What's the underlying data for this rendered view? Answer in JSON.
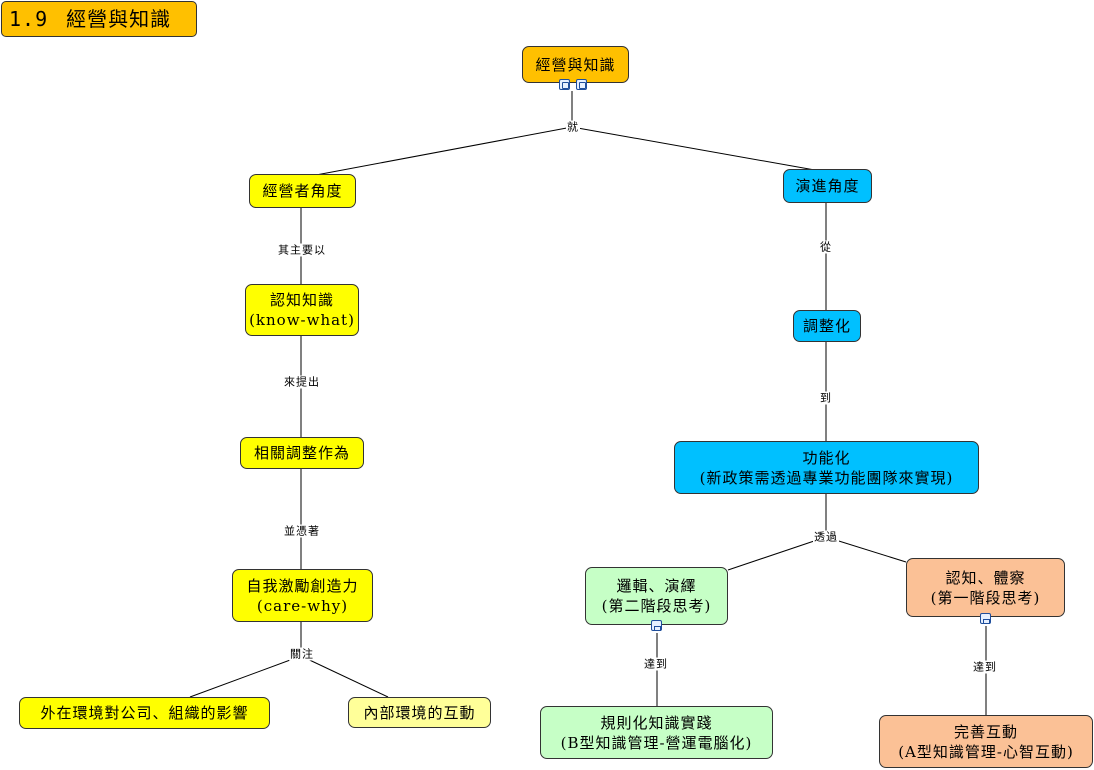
{
  "title": {
    "number": "1.9",
    "text": "經營與知識"
  },
  "nodes": {
    "root": "經營與知識",
    "manager": "經營者角度",
    "evolution": "演進角度",
    "cognitive_1": "認知知識",
    "cognitive_2": "(know-what)",
    "adjust_action": "相關調整作為",
    "motivation_1": "自我激勵創造力",
    "motivation_2": "(care-why)",
    "external": "外在環境對公司、組織的影響",
    "internal": "內部環境的互動",
    "adjustment": "調整化",
    "functional_1": "功能化",
    "functional_2": "(新政策需透過專業功能團隊來實現)",
    "logic_1": "邏輯、演繹",
    "logic_2": "(第二階段思考)",
    "insight_1": "認知、體察",
    "insight_2": "(第一階段思考)",
    "practice_1": "規則化知識實踐",
    "practice_2": "(B型知識管理-營運電腦化)",
    "interact_1": "完善互動",
    "interact_2": "(A型知識管理-心智互動)"
  },
  "links": {
    "root_split": "就",
    "manager_to_cognitive": "其主要以",
    "cognitive_to_action": "來提出",
    "action_to_motivation": "並憑著",
    "motivation_split": "關注",
    "evolution_to_adjust": "從",
    "adjust_to_functional": "到",
    "functional_split": "透過",
    "logic_to_practice": "達到",
    "insight_to_interact": "達到"
  },
  "icons": {
    "root_doc": "document-icon",
    "root_map": "concept-map-icon",
    "logic_sub": "sub-map-icon",
    "insight_sub": "sub-map-icon"
  },
  "colors": {
    "title": "#ffc000",
    "root": "#ffc000",
    "manager_branch": "#ffff00",
    "internal": "#ffff99",
    "evolution_branch": "#00c0ff",
    "logic_branch": "#c6ffc6",
    "insight_branch": "#fbc196"
  }
}
